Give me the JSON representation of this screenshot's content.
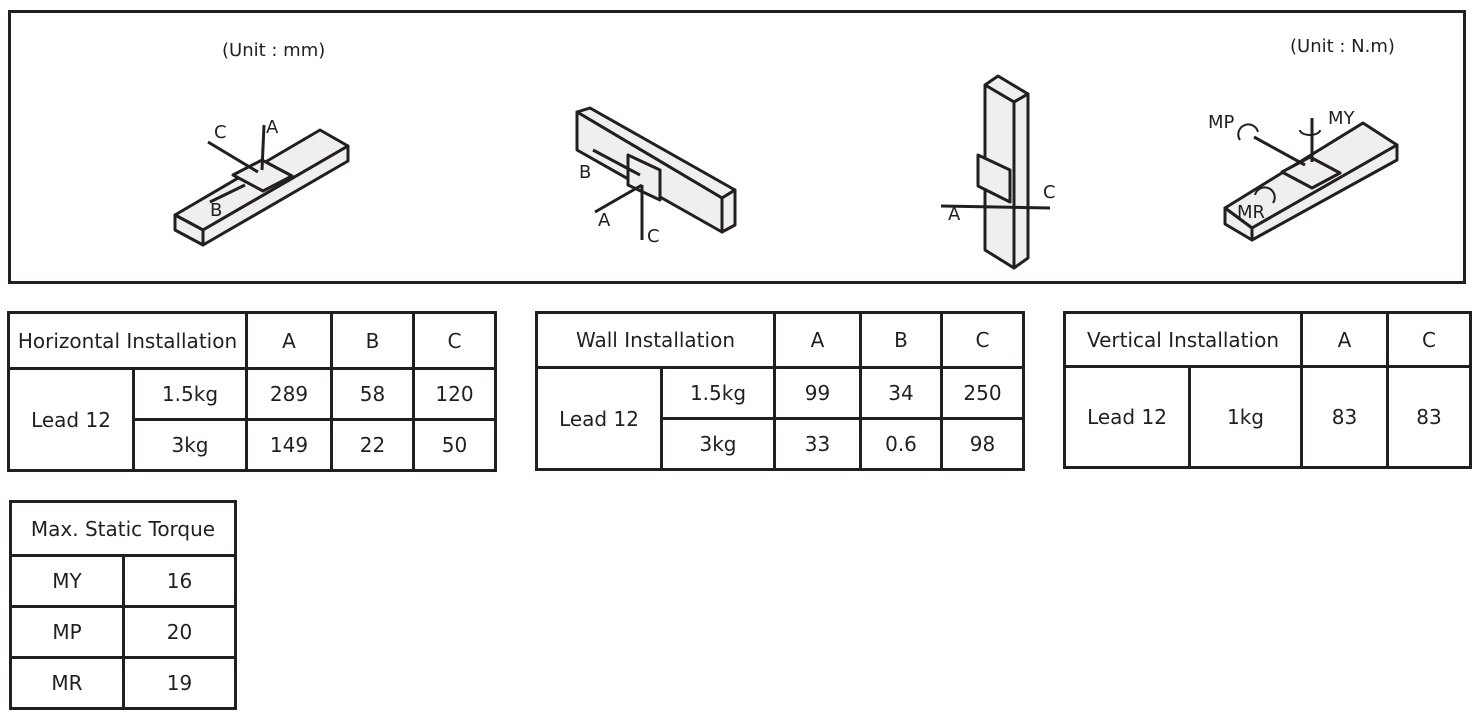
{
  "diagram": {
    "unit_mm": "(Unit : mm)",
    "unit_nm": "(Unit : N.m)",
    "labels": {
      "A": "A",
      "B": "B",
      "C": "C",
      "MP": "MP",
      "MY": "MY",
      "MR": "MR"
    }
  },
  "horizontal": {
    "title": "Horizontal Installation",
    "cols": [
      "A",
      "B",
      "C"
    ],
    "lead": "Lead 12",
    "rows": [
      {
        "load": "1.5kg",
        "values": [
          "289",
          "58",
          "120"
        ]
      },
      {
        "load": "3kg",
        "values": [
          "149",
          "22",
          "50"
        ]
      }
    ]
  },
  "wall": {
    "title": "Wall Installation",
    "cols": [
      "A",
      "B",
      "C"
    ],
    "lead": "Lead 12",
    "rows": [
      {
        "load": "1.5kg",
        "values": [
          "99",
          "34",
          "250"
        ]
      },
      {
        "load": "3kg",
        "values": [
          "33",
          "0.6",
          "98"
        ]
      }
    ]
  },
  "vertical": {
    "title": "Vertical Installation",
    "cols": [
      "A",
      "C"
    ],
    "lead": "Lead 12",
    "rows": [
      {
        "load": "1kg",
        "values": [
          "83",
          "83"
        ]
      }
    ]
  },
  "torque": {
    "title": "Max. Static Torque",
    "rows": [
      {
        "name": "MY",
        "value": "16"
      },
      {
        "name": "MP",
        "value": "20"
      },
      {
        "name": "MR",
        "value": "19"
      }
    ]
  }
}
